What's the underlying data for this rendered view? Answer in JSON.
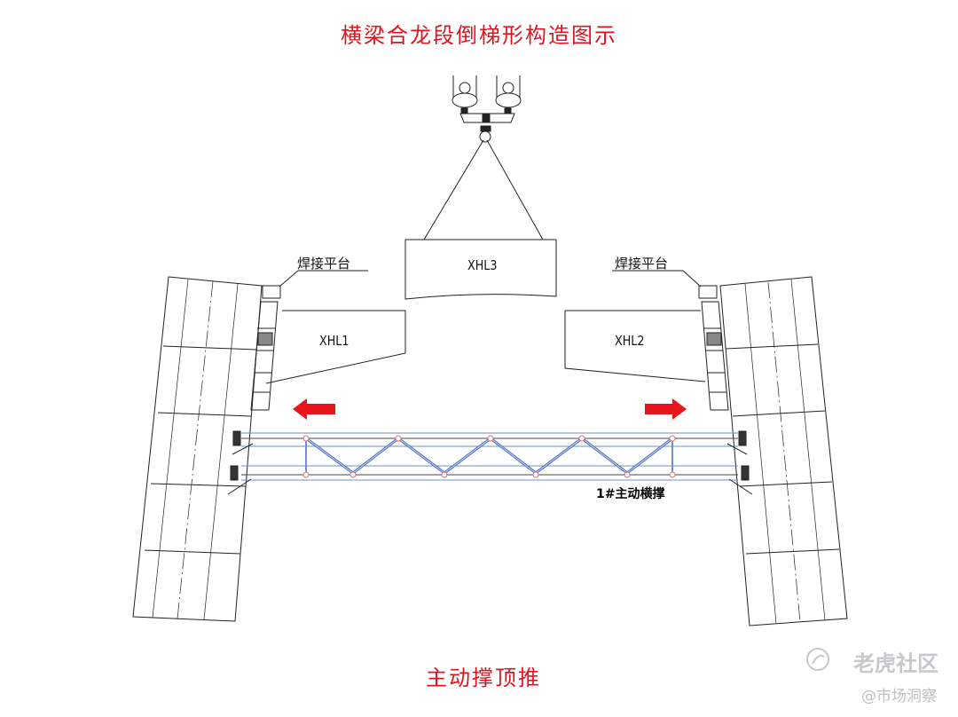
{
  "title": "横梁合龙段倒梯形构造图示",
  "subtitle": "主动撑顶推",
  "labels": {
    "platform_left": "焊接平台",
    "platform_right": "焊接平台",
    "block_center": "XHL3",
    "block_left": "XHL1",
    "block_right": "XHL2",
    "strut": "1#主动横撑"
  },
  "watermark": {
    "brand": "老虎社区",
    "author": "@市场洞察"
  },
  "colors": {
    "title": "#e0141e",
    "arrow": "#e8161c",
    "truss": "#6f8fd6",
    "node": "#e07070"
  }
}
